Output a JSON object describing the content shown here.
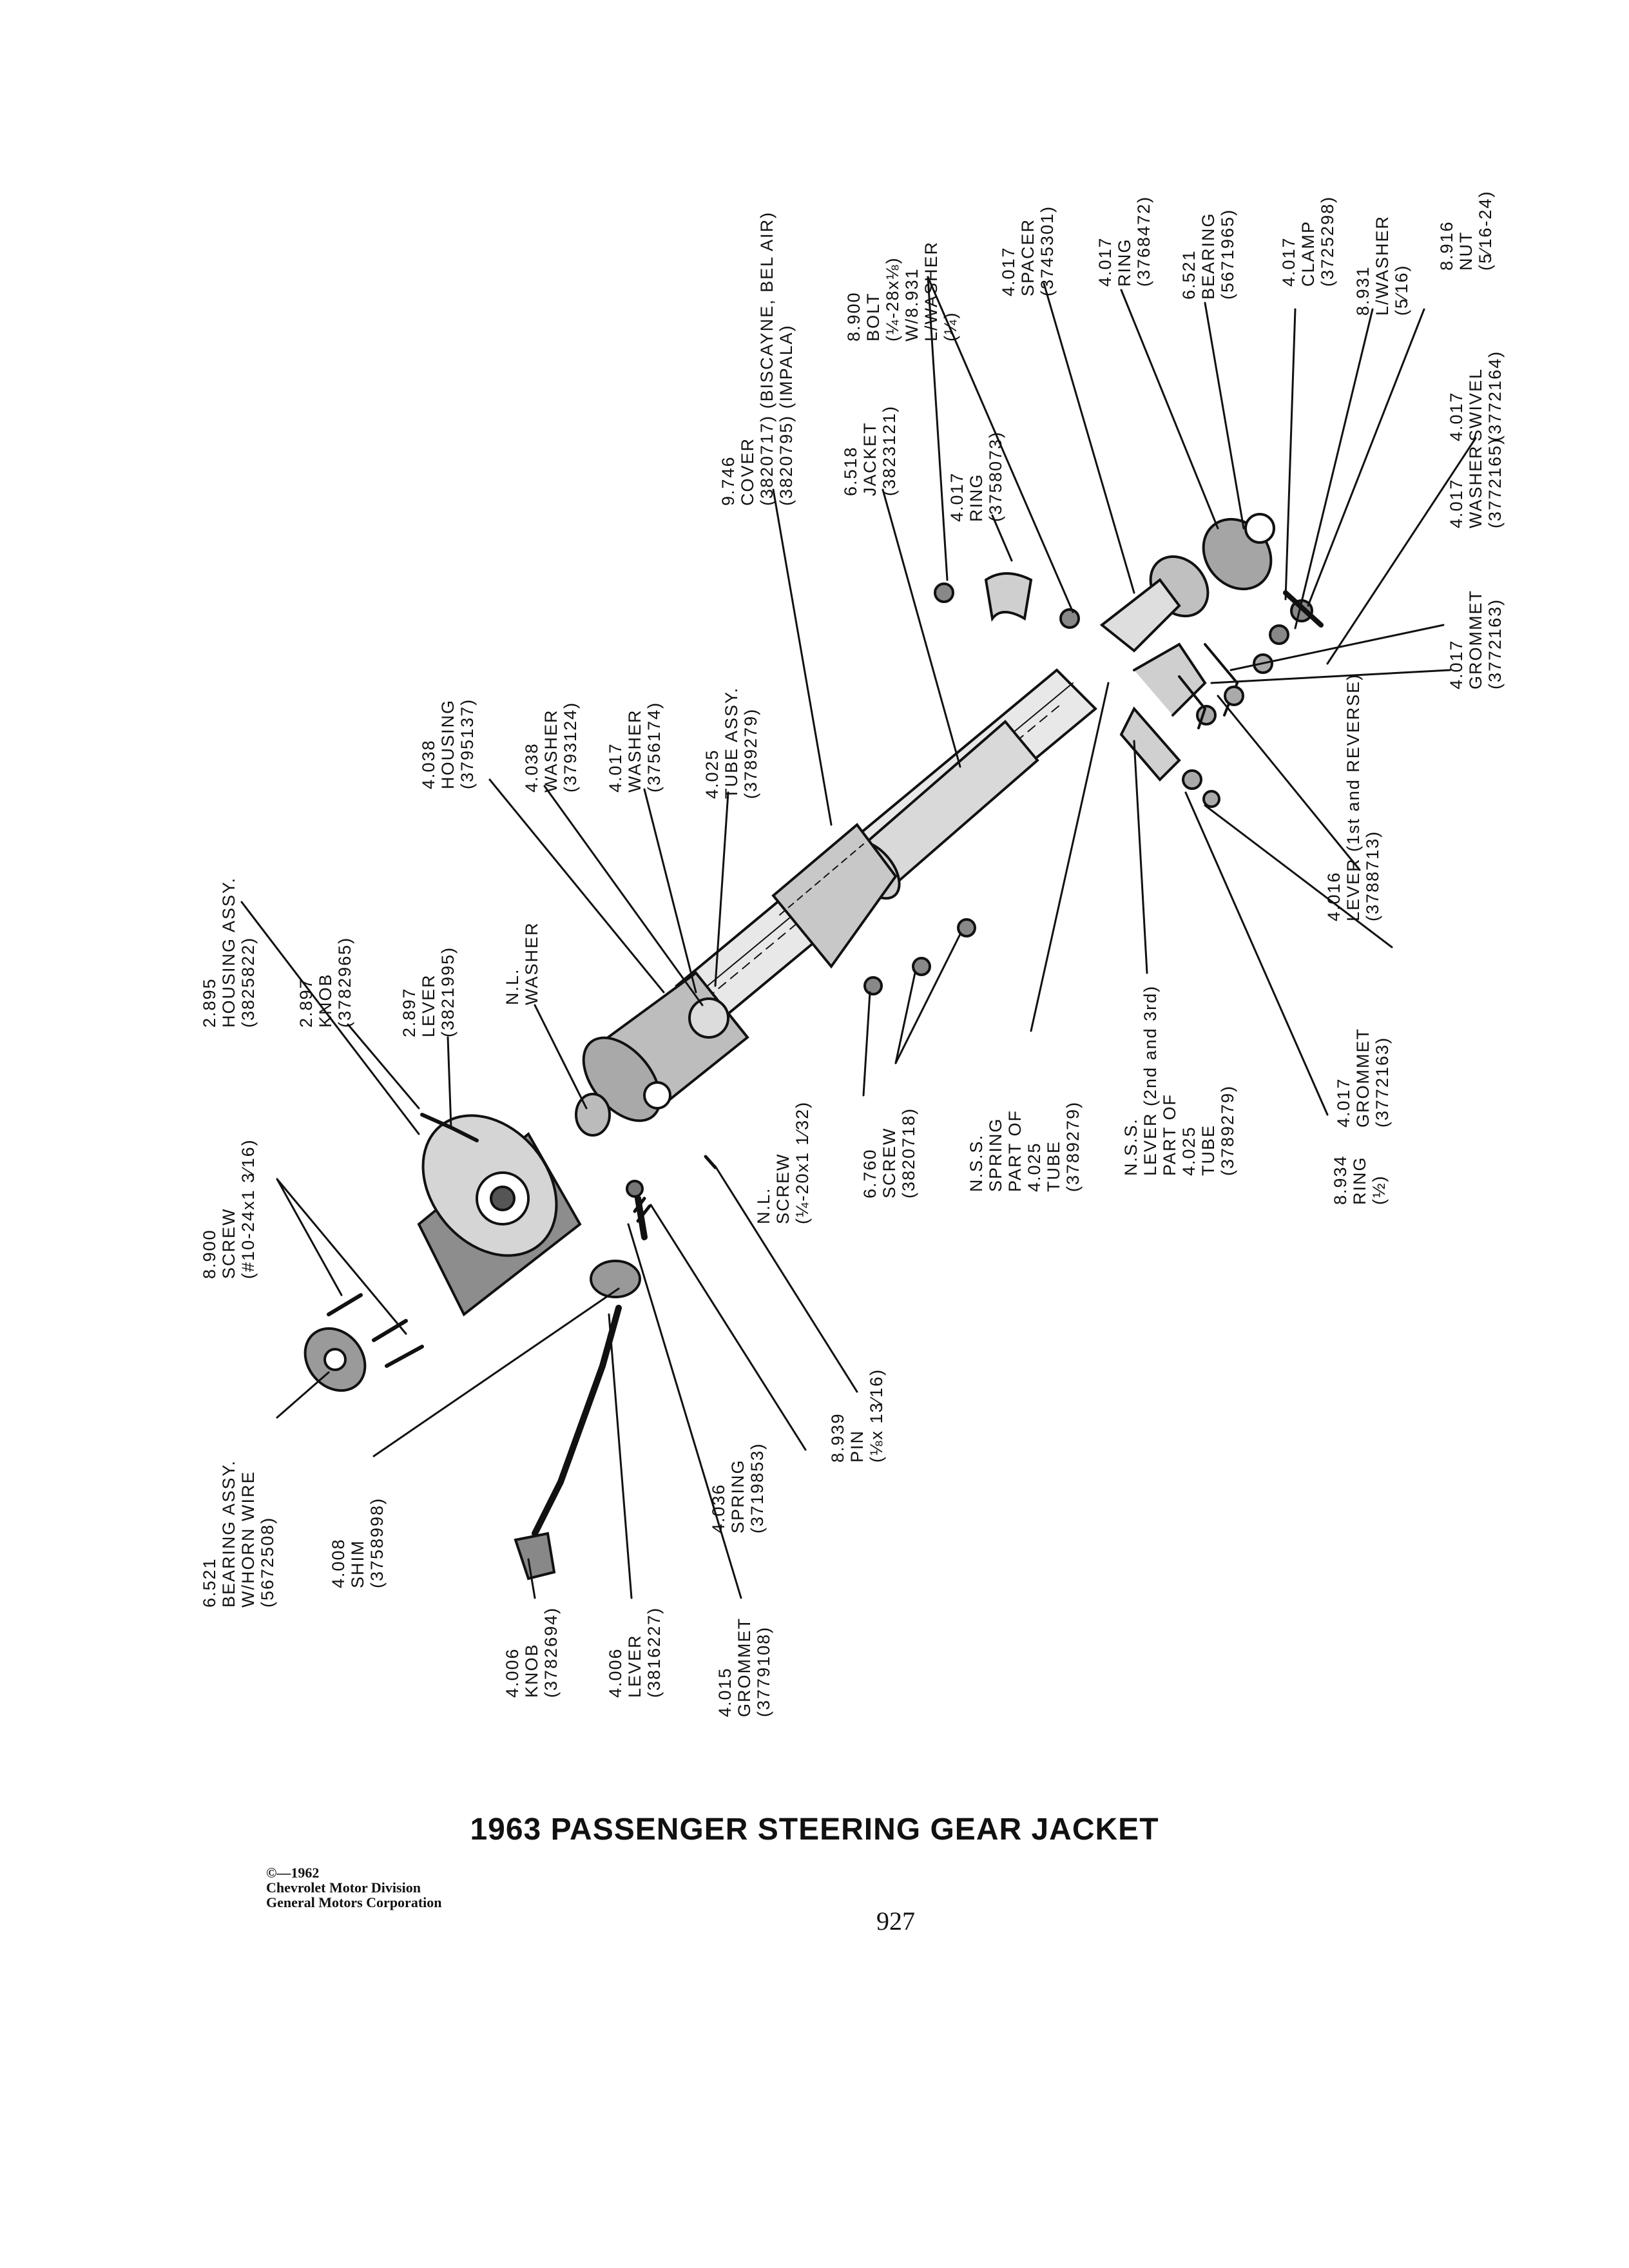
{
  "title": "1963 PASSENGER STEERING GEAR JACKET",
  "page_number": "927",
  "copyright": [
    "©—1962",
    "Chevrolet Motor Division",
    "General Motors Corporation"
  ],
  "callouts": [
    {
      "id": "bolt",
      "lines": [
        "8.900",
        "BOLT",
        "(¼-28x⅛)",
        "W/8.931",
        "L/WASHER",
        "(¼)"
      ]
    },
    {
      "id": "spacer",
      "lines": [
        "4.017",
        "SPACER",
        "(3745301)"
      ]
    },
    {
      "id": "ring_top",
      "lines": [
        "4.017",
        "RING",
        "(3768472)"
      ]
    },
    {
      "id": "bearing_top",
      "lines": [
        "6.521",
        "BEARING",
        "(5671965)"
      ]
    },
    {
      "id": "clamp",
      "lines": [
        "4.017",
        "CLAMP",
        "(3725298)"
      ]
    },
    {
      "id": "lwasher",
      "lines": [
        "8.931",
        "L/WASHER",
        "(5⁄16)"
      ]
    },
    {
      "id": "nut",
      "lines": [
        "8.916",
        "NUT",
        "(5⁄16-24)"
      ]
    },
    {
      "id": "swivel",
      "lines": [
        "4.017",
        "SWIVEL",
        "(3772164)"
      ]
    },
    {
      "id": "washer_r",
      "lines": [
        "4.017",
        "WASHER",
        "(3772165)"
      ]
    },
    {
      "id": "grommet_r",
      "lines": [
        "4.017",
        "GROMMET",
        "(3772163)"
      ]
    },
    {
      "id": "cover",
      "lines": [
        "9.746",
        "COVER",
        "(3820717) (BISCAYNE, BEL AIR)",
        "(3820795) (IMPALA)"
      ]
    },
    {
      "id": "jacket",
      "lines": [
        "6.518",
        "JACKET",
        "(3823121)"
      ]
    },
    {
      "id": "ring_mid",
      "lines": [
        "4.017",
        "RING",
        "(3758073)"
      ]
    },
    {
      "id": "housing",
      "lines": [
        "4.038",
        "HOUSING",
        "(3795137)"
      ]
    },
    {
      "id": "washer_4038",
      "lines": [
        "4.038",
        "WASHER",
        "(3793124)"
      ]
    },
    {
      "id": "washer_4017",
      "lines": [
        "4.017",
        "WASHER",
        "(3756174)"
      ]
    },
    {
      "id": "tube",
      "lines": [
        "4.025",
        "TUBE ASSY.",
        "(3789279)"
      ]
    },
    {
      "id": "housing_assy",
      "lines": [
        "2.895",
        "HOUSING ASSY.",
        "(3825822)"
      ]
    },
    {
      "id": "knob_2897",
      "lines": [
        "2.897",
        "KNOB",
        "(3782965)"
      ]
    },
    {
      "id": "lever_2897",
      "lines": [
        "2.897",
        "LEVER",
        "(3821995)"
      ]
    },
    {
      "id": "nl_washer",
      "lines": [
        "N.L.",
        "WASHER"
      ]
    },
    {
      "id": "screw_8900",
      "lines": [
        "8.900",
        "SCREW",
        "(#10-24x1 3⁄16)"
      ]
    },
    {
      "id": "bearing_assy",
      "lines": [
        "6.521",
        "BEARING ASSY.",
        "W/HORN WIRE",
        "(5672508)"
      ]
    },
    {
      "id": "shim",
      "lines": [
        "4.008",
        "SHIM",
        "(3758998)"
      ]
    },
    {
      "id": "knob_4006",
      "lines": [
        "4.006",
        "KNOB",
        "(3782694)"
      ]
    },
    {
      "id": "lever_4006",
      "lines": [
        "4.006",
        "LEVER",
        "(3816227)"
      ]
    },
    {
      "id": "grommet_4015",
      "lines": [
        "4.015",
        "GROMMET",
        "(3779108)"
      ]
    },
    {
      "id": "spring",
      "lines": [
        "4.036",
        "SPRING",
        "(3719853)"
      ]
    },
    {
      "id": "pin",
      "lines": [
        "8.939",
        "PIN",
        "(⅛x 13⁄16)"
      ]
    },
    {
      "id": "nl_screw",
      "lines": [
        "N.L.",
        "SCREW",
        "(¼-20x1 1⁄32)"
      ]
    },
    {
      "id": "screw_6760",
      "lines": [
        "6.760",
        "SCREW",
        "(3820718)"
      ]
    },
    {
      "id": "nss_spring",
      "lines": [
        "N.S.S.",
        "SPRING",
        "PART OF",
        "4.025",
        "TUBE",
        "(3789279)"
      ]
    },
    {
      "id": "nss_lever",
      "lines": [
        "N.S.S.",
        "LEVER (2nd and 3rd)",
        "PART OF",
        "4.025",
        "TUBE",
        "(3789279)"
      ]
    },
    {
      "id": "ring_8934",
      "lines": [
        "8.934",
        "RING",
        "(½)"
      ]
    },
    {
      "id": "grommet_bot",
      "lines": [
        "4.017",
        "GROMMET",
        "(3772163)"
      ]
    },
    {
      "id": "lever_4016",
      "lines": [
        "4.016",
        "LEVER (1st and REVERSE)",
        "(3788713)"
      ]
    }
  ]
}
